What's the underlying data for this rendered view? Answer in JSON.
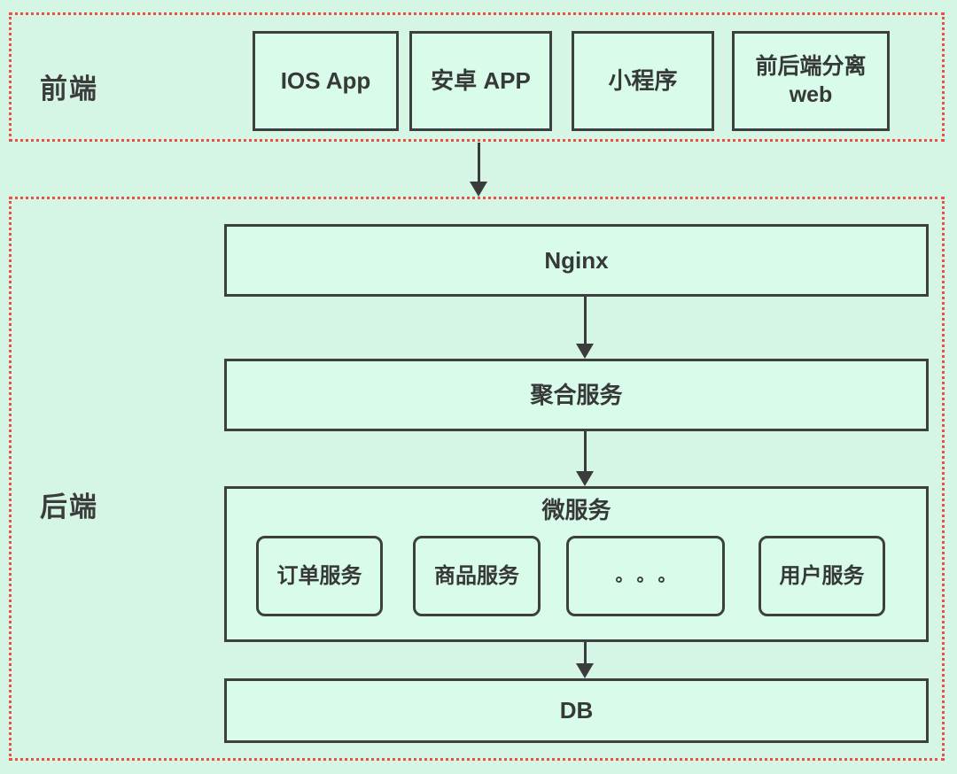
{
  "colors": {
    "background": "#d6f6e5",
    "node_fill": "#d9fbe9",
    "section_border_red": "#ee4f44",
    "node_border": "#3d403f",
    "arrow": "#3a3d3c",
    "text": "#363937"
  },
  "frontend": {
    "label": "前端",
    "boxes": [
      {
        "label": "IOS App"
      },
      {
        "label": "安卓 APP"
      },
      {
        "label": "小程序"
      },
      {
        "label": "前后端分离 web"
      }
    ]
  },
  "backend": {
    "label": "后端",
    "nginx": "Nginx",
    "aggregation": "聚合服务",
    "microservices": {
      "label": "微服务",
      "services": [
        {
          "label": "订单服务"
        },
        {
          "label": "商品服务"
        },
        {
          "label": "。。。"
        },
        {
          "label": "用户服务"
        }
      ]
    },
    "db": "DB"
  }
}
